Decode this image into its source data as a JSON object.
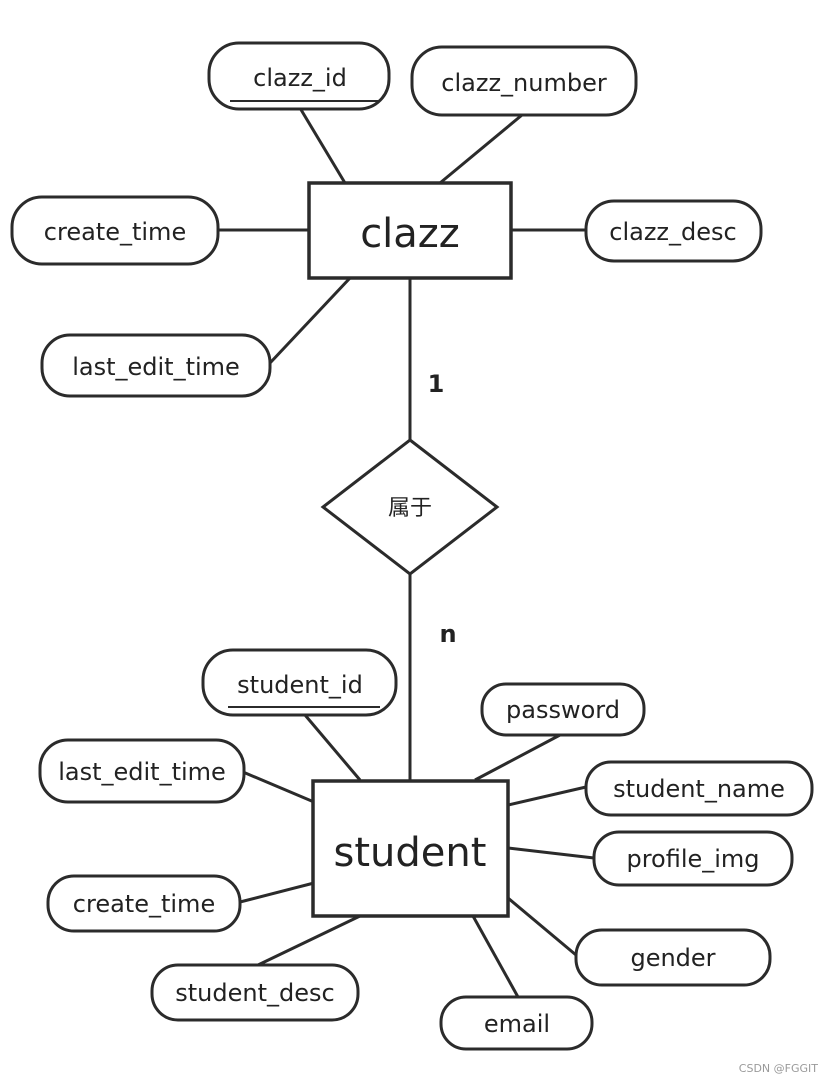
{
  "entities": {
    "clazz": {
      "label": "clazz"
    },
    "student": {
      "label": "student"
    }
  },
  "relationship": {
    "label": "属于"
  },
  "cardinality": {
    "clazz_side": "1",
    "student_side": "n"
  },
  "attributes": {
    "clazz_id": {
      "label": "clazz_id",
      "key": true
    },
    "clazz_number": {
      "label": "clazz_number"
    },
    "clazz_create_time": {
      "label": "create_time"
    },
    "clazz_desc": {
      "label": "clazz_desc"
    },
    "clazz_last_edit_time": {
      "label": "last_edit_time"
    },
    "student_id": {
      "label": "student_id",
      "key": true
    },
    "password": {
      "label": "password"
    },
    "student_last_edit_time": {
      "label": "last_edit_time"
    },
    "student_name": {
      "label": "student_name"
    },
    "profile_img": {
      "label": "profile_img"
    },
    "student_create_time": {
      "label": "create_time"
    },
    "gender": {
      "label": "gender"
    },
    "student_desc": {
      "label": "student_desc"
    },
    "email": {
      "label": "email"
    }
  },
  "watermark": "CSDN @FGGIT"
}
